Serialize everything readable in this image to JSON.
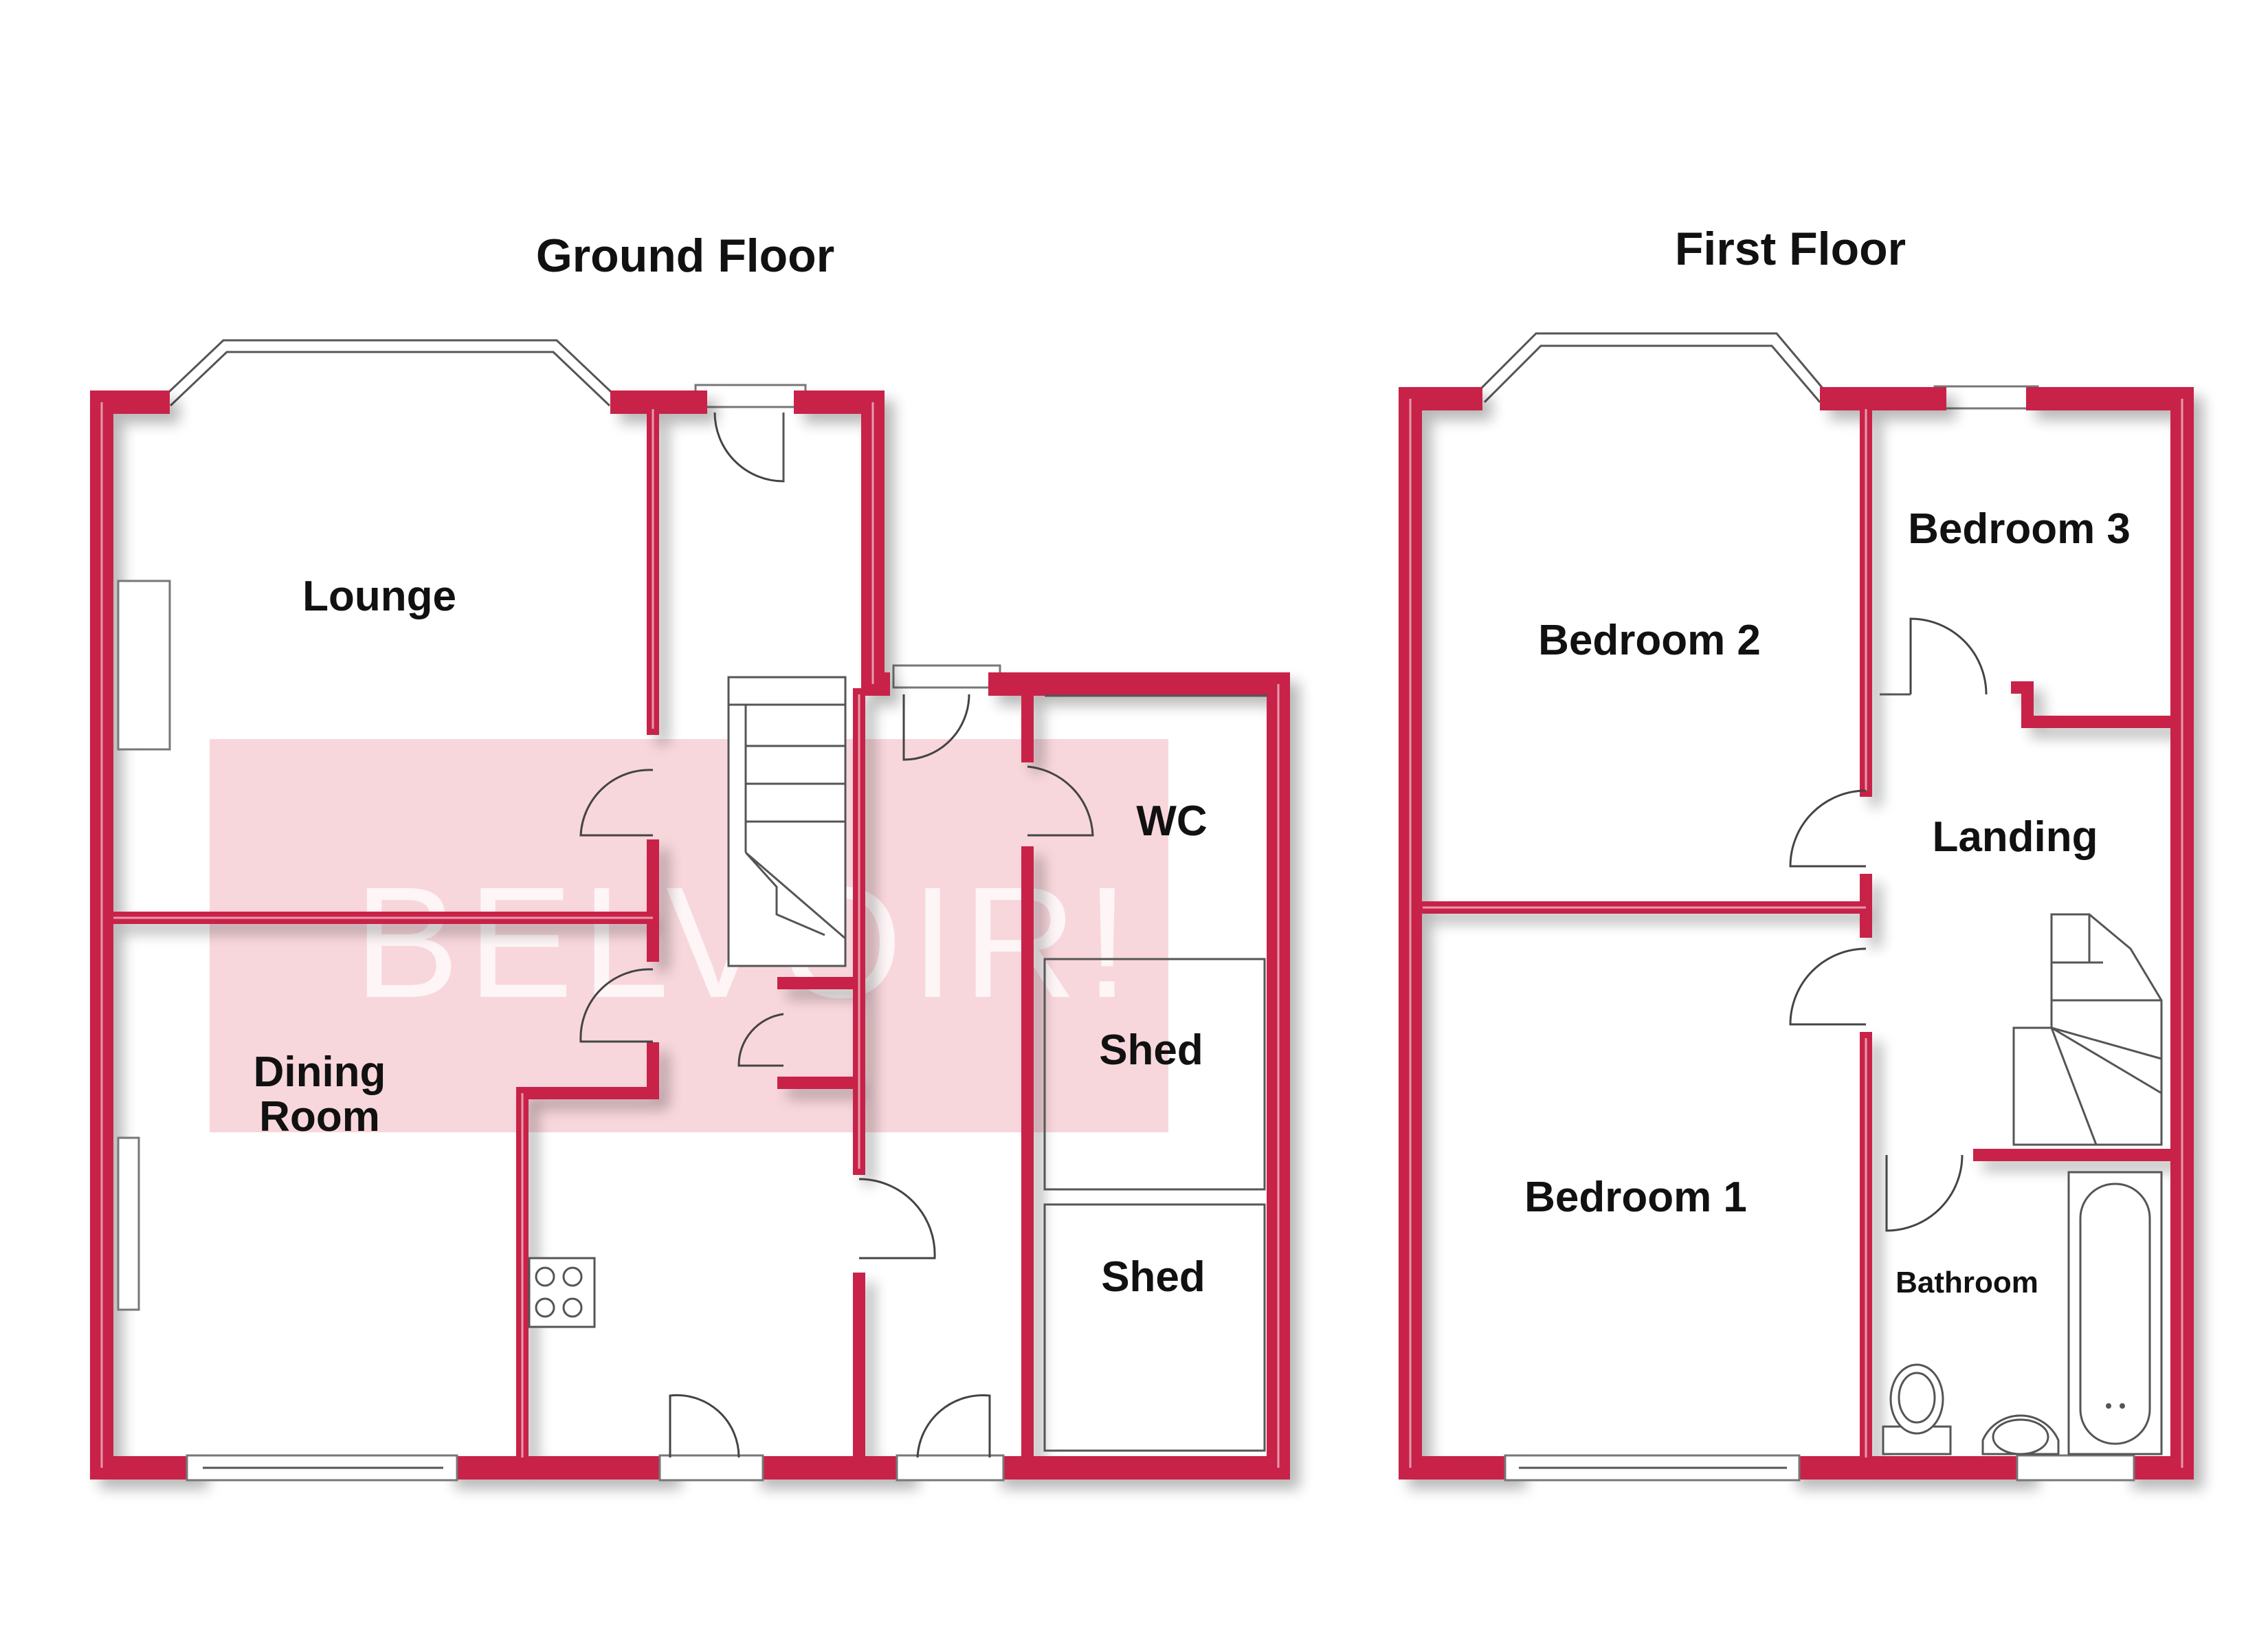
{
  "floors": {
    "ground": {
      "title": "Ground Floor",
      "rooms": {
        "lounge": "Lounge",
        "dining_line1": "Dining",
        "dining_line2": "Room",
        "wc": "WC",
        "shed_1": "Shed",
        "shed_2": "Shed"
      }
    },
    "first": {
      "title": "First Floor",
      "rooms": {
        "bedroom_1": "Bedroom 1",
        "bedroom_2": "Bedroom 2",
        "bedroom_3": "Bedroom 3",
        "landing": "Landing",
        "bathroom": "Bathroom"
      }
    }
  },
  "watermark": {
    "text": "BELVOIR!",
    "color": "#f5c9d0"
  },
  "colors": {
    "wall": "#c8244a",
    "wall_highlight": "#ffffff",
    "background": "#ffffff",
    "label": "#111111"
  },
  "icons": {
    "door": "door-swing-icon",
    "window": "window-icon",
    "stairs": "staircase-icon",
    "hob": "hob-icon",
    "bath": "bath-icon",
    "toilet": "toilet-icon",
    "basin": "basin-icon"
  }
}
